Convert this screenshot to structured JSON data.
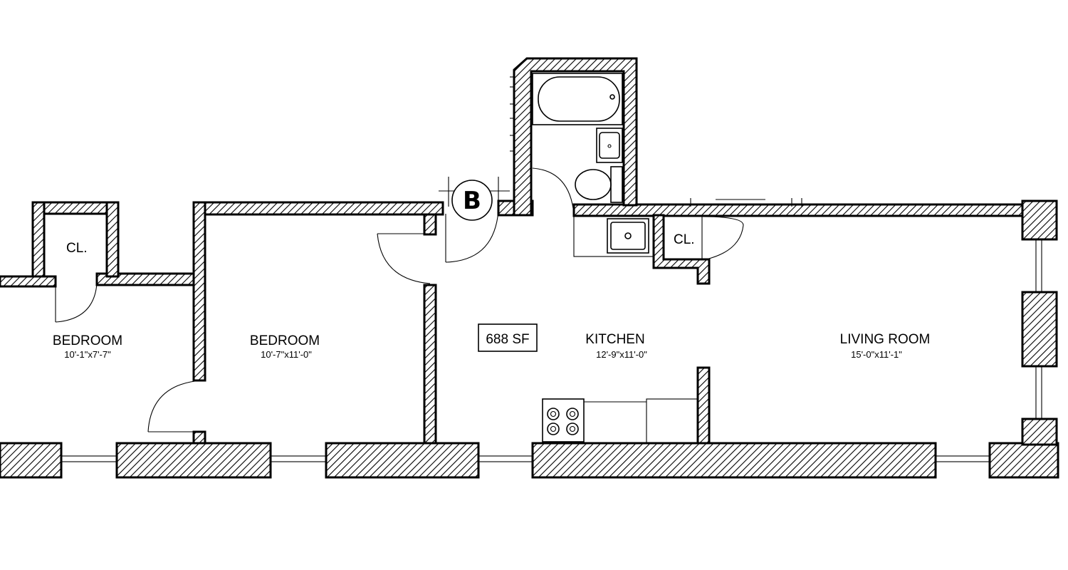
{
  "unit_tag": "B",
  "area": "688 SF",
  "rooms": [
    {
      "name": "BEDROOM",
      "dims": "10'-1\"x7'-7\""
    },
    {
      "name": "BEDROOM",
      "dims": "10'-7\"x11'-0\""
    },
    {
      "name": "KITCHEN",
      "dims": "12'-9\"x11'-0\""
    },
    {
      "name": "LIVING ROOM",
      "dims": "15'-0\"x11'-1\""
    }
  ],
  "closets": [
    {
      "label": "CL."
    },
    {
      "label": "CL."
    }
  ]
}
